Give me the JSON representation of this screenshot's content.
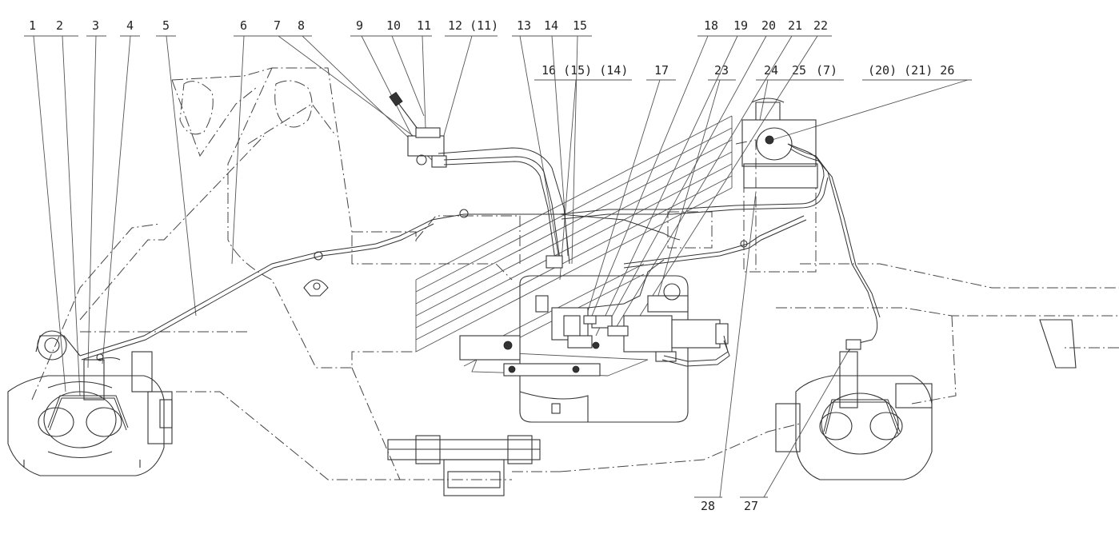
{
  "labels_top": [
    {
      "id": "l1",
      "text": "1"
    },
    {
      "id": "l2",
      "text": "2"
    },
    {
      "id": "l3",
      "text": "3"
    },
    {
      "id": "l4",
      "text": "4"
    },
    {
      "id": "l5",
      "text": "5"
    },
    {
      "id": "l6",
      "text": "6"
    },
    {
      "id": "l7",
      "text": "7"
    },
    {
      "id": "l8",
      "text": "8"
    },
    {
      "id": "l9",
      "text": "9"
    },
    {
      "id": "l10",
      "text": "10"
    },
    {
      "id": "l11",
      "text": "11"
    },
    {
      "id": "l12",
      "text": "12 (11)"
    },
    {
      "id": "l13",
      "text": "13"
    },
    {
      "id": "l14",
      "text": "14"
    },
    {
      "id": "l15",
      "text": "15"
    },
    {
      "id": "l16",
      "text": "16 (15) (14)"
    },
    {
      "id": "l17",
      "text": "17"
    },
    {
      "id": "l18",
      "text": "18"
    },
    {
      "id": "l19",
      "text": "19"
    },
    {
      "id": "l20",
      "text": "20"
    },
    {
      "id": "l21",
      "text": "21"
    },
    {
      "id": "l22",
      "text": "22"
    },
    {
      "id": "l23",
      "text": "23"
    },
    {
      "id": "l24",
      "text": "24"
    },
    {
      "id": "l25",
      "text": "25"
    },
    {
      "id": "l7b",
      "text": "(7)"
    },
    {
      "id": "l26",
      "text": "(20) (21) 26"
    }
  ],
  "labels_bottom": [
    {
      "id": "l28",
      "text": "28"
    },
    {
      "id": "l27",
      "text": "27"
    }
  ]
}
